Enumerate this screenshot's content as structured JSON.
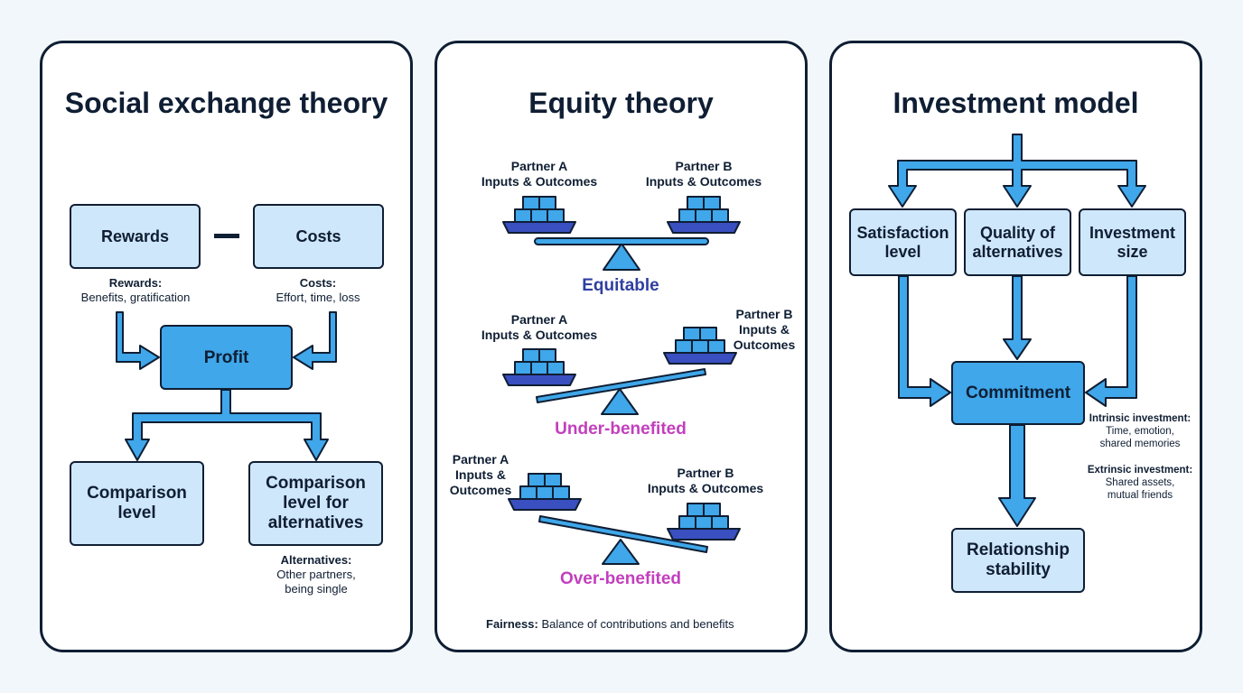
{
  "colors": {
    "outline": "#0f1e33",
    "box_fill": "#cfe7fb",
    "box_fill_dark": "#3fa7ea",
    "arrow_fill": "#3fa7ea",
    "block_fill": "#3fa7ea",
    "plate_fill": "#3a4fc0",
    "equitable_text": "#2f3fa0",
    "imbalance_text": "#c23fbe"
  },
  "social_exchange": {
    "title": "Social exchange theory",
    "rewards": "Rewards",
    "costs": "Costs",
    "rewards_note_head": "Rewards:",
    "rewards_note_body": "Benefits, gratification",
    "costs_note_head": "Costs:",
    "costs_note_body": "Effort, time, loss",
    "profit": "Profit",
    "comparison_level": "Comparison level",
    "cla": "Comparison level for alternatives",
    "alt_note_head": "Alternatives:",
    "alt_note_line1": "Other partners,",
    "alt_note_line2": "being single"
  },
  "equity": {
    "title": "Equity theory",
    "s1_a_line1": "Partner A",
    "s1_a_line2": "Inputs & Outcomes",
    "s1_b_line1": "Partner B",
    "s1_b_line2": "Inputs & Outcomes",
    "s1_label": "Equitable",
    "s2_a_line1": "Partner A",
    "s2_a_line2": "Inputs & Outcomes",
    "s2_b_line1": "Partner B",
    "s2_b_line2": "Inputs &",
    "s2_b_line3": "Outcomes",
    "s2_label": "Under-benefited",
    "s3_a_line1": "Partner A",
    "s3_a_line2": "Inputs &",
    "s3_a_line3": "Outcomes",
    "s3_b_line1": "Partner B",
    "s3_b_line2": "Inputs & Outcomes",
    "s3_label": "Over-benefited",
    "fairness_head": "Fairness:",
    "fairness_body": "Balance of contributions and benefits"
  },
  "investment": {
    "title": "Investment model",
    "satisfaction": "Satisfaction level",
    "quality": "Quality of alternatives",
    "size": "Investment size",
    "commitment": "Commitment",
    "intrinsic_head": "Intrinsic investment:",
    "intrinsic_line1": "Time, emotion,",
    "intrinsic_line2": "shared memories",
    "extrinsic_head": "Extrinsic investment:",
    "extrinsic_line1": "Shared assets,",
    "extrinsic_line2": "mutual friends",
    "stability": "Relationship stability"
  }
}
